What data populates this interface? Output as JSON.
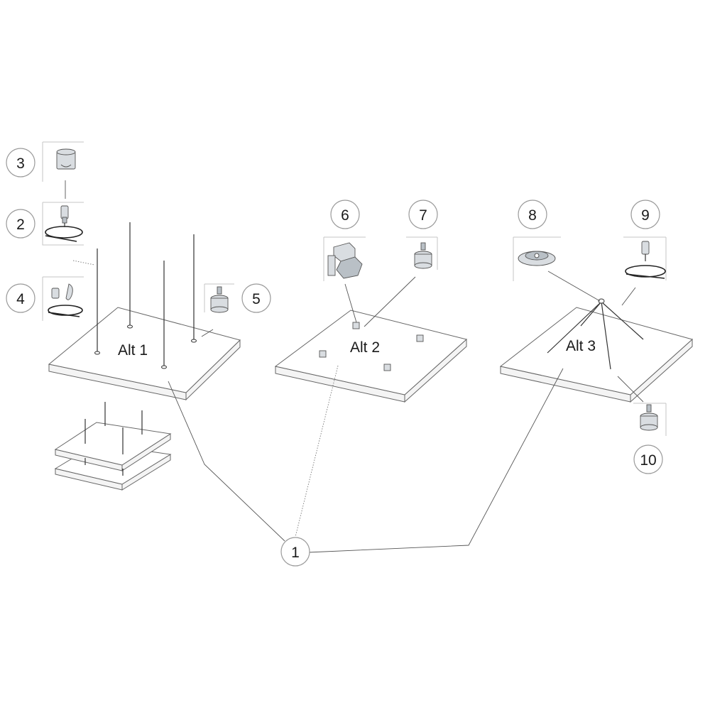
{
  "diagram": {
    "panel_labels": {
      "alt1": "Alt 1",
      "alt2": "Alt 2",
      "alt3": "Alt 3"
    },
    "callouts": {
      "c1": "1",
      "c2": "2",
      "c3": "3",
      "c4": "4",
      "c5": "5",
      "c6": "6",
      "c7": "7",
      "c8": "8",
      "c9": "9",
      "c10": "10"
    }
  }
}
